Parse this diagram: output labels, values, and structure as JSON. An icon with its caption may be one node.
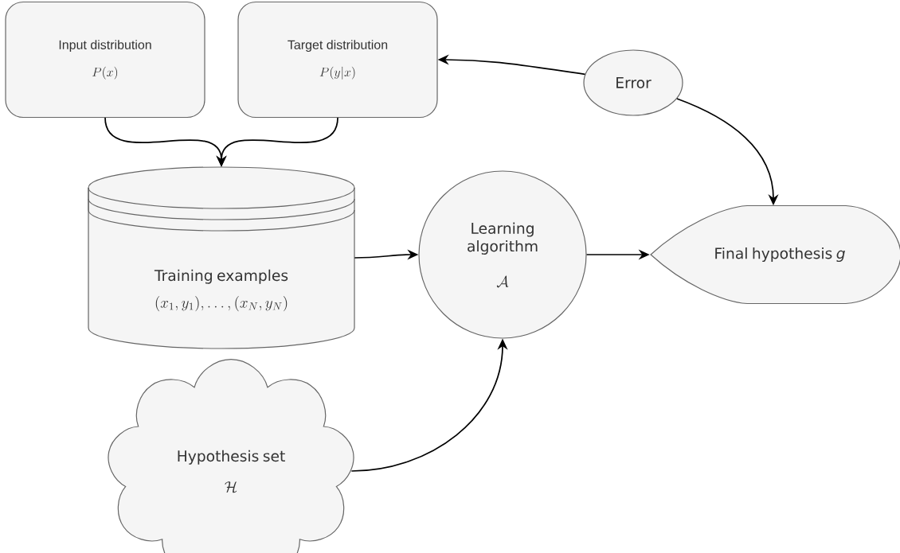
{
  "diagram": {
    "nodes": [
      {
        "text": [
          "Input distribution",
          "P(x)"
        ]
      },
      {
        "text": [
          "Target distribution",
          "P(y|x)"
        ]
      },
      {
        "text": [
          "Training examples",
          "(x_1, y_1), \\dots, (x_N, y_N)"
        ]
      },
      {
        "text": [
          "Learning algorithm",
          "\\mathcal{A}"
        ]
      },
      {
        "text": [
          "Final hypothesis *g*"
        ]
      },
      {
        "text": [
          "Error"
        ]
      },
      {
        "text": [
          "Hypothesis set",
          "\\mathcal{H}"
        ]
      }
    ],
    "edges": [
      {
        "from": 0,
        "to": 2,
        "arrow": "to"
      },
      {
        "from": 1,
        "to": 2,
        "arrow": "to"
      },
      {
        "from": 2,
        "to": 3,
        "arrow": "to"
      },
      {
        "from": 3,
        "to": 4,
        "arrow": "to"
      },
      {
        "from": 5,
        "to": 1,
        "arrow": "to"
      },
      {
        "from": 5,
        "to": 4,
        "arrow": "to"
      },
      {
        "from": 6,
        "to": 3,
        "arrow": "to"
      }
    ]
  }
}
